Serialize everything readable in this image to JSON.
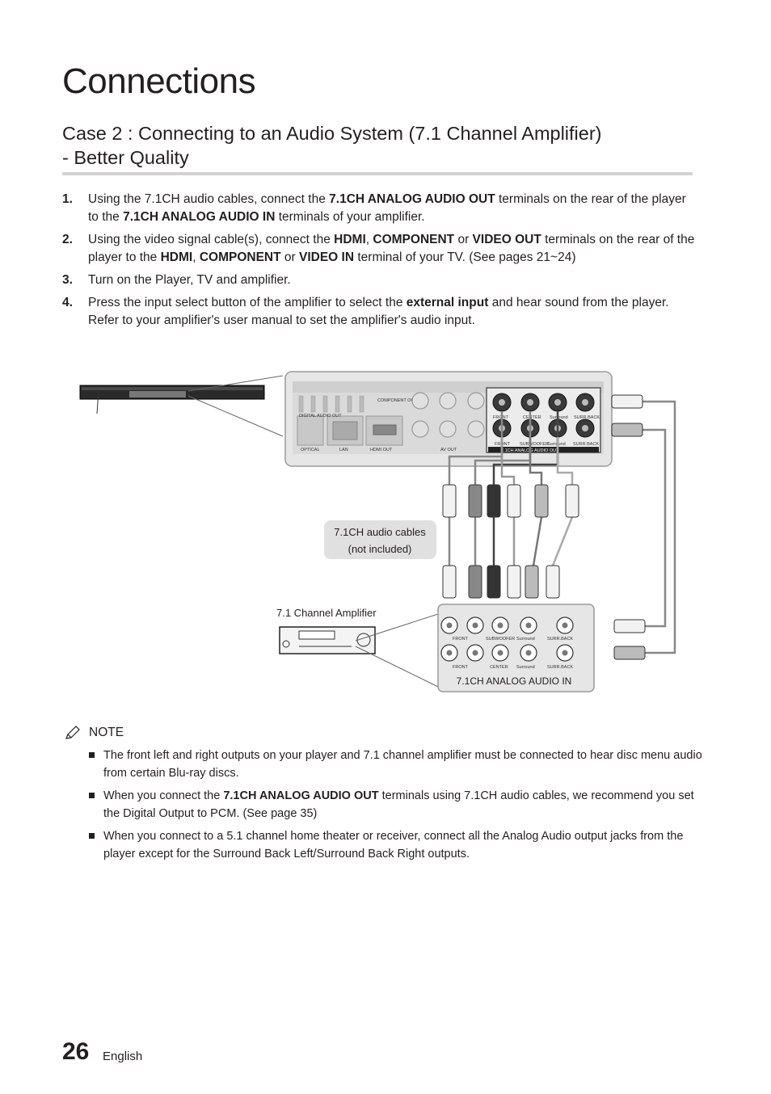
{
  "header": {
    "section_title": "Connections"
  },
  "case": {
    "title_line1": "Case 2 : Connecting to an Audio System (7.1 Channel Amplifier)",
    "title_line2": "- Better Quality"
  },
  "steps": [
    {
      "num": "1.",
      "parts": [
        "Using the 7.1CH audio cables, connect the ",
        "7.1CH ANALOG AUDIO OUT",
        " terminals on the rear of the player to the ",
        "7.1CH ANALOG AUDIO IN",
        " terminals of your amplifier."
      ]
    },
    {
      "num": "2.",
      "parts": [
        "Using the video signal cable(s), connect the ",
        "HDMI",
        ", ",
        "COMPONENT",
        " or ",
        "VIDEO OUT",
        " terminals on the rear of the player to the ",
        "HDMI",
        ", ",
        "COMPONENT",
        " or ",
        "VIDEO IN",
        " terminal of your TV. (See pages 21~24)"
      ]
    },
    {
      "num": "3.",
      "parts": [
        "Turn on the Player, TV and amplifier."
      ]
    },
    {
      "num": "4.",
      "parts": [
        "Press the input select button of the amplifier to select the ",
        "external input",
        " and hear sound from the player. Refer to your amplifier's user manual to set the amplifier's audio input."
      ]
    }
  ],
  "diagram": {
    "cable_label_line1": "7.1CH audio cables",
    "cable_label_line2": "(not included)",
    "amp_label": "7.1 Channel Amplifier",
    "amp_panel_title": "7.1CH ANALOG AUDIO IN",
    "rear_panel": {
      "digital_audio_out": "DIGITAL AUDIO OUT",
      "optical": "OPTICAL",
      "lan": "LAN",
      "hdmi_out": "HDMI OUT",
      "component_out": "COMPONENT OUT",
      "av_out": "AV OUT",
      "analog_out_title": "7.1CH ANALOG AUDIO OUT",
      "front_r": "FRONT",
      "center": "CENTER",
      "surround_r": "Surround",
      "surrback_r": "SURR.BACK",
      "front_l": "FRONT",
      "subwoofer": "SUBWOOFER",
      "surround_l": "Surround",
      "surrback_l": "SURR.BACK"
    },
    "amp_panel": {
      "front_r": "FRONT",
      "subwoofer": "SUBWOOFER",
      "surround_r": "Surround",
      "surrback_r": "SURR.BACK",
      "front_l": "FRONT",
      "center": "CENTER",
      "surround_l": "Surround",
      "surrback_l": "SURR.BACK"
    }
  },
  "note": {
    "heading": "NOTE",
    "items": [
      {
        "parts": [
          "The front left and right outputs on your player and 7.1 channel amplifier must be connected to hear disc menu audio from certain Blu-ray discs."
        ]
      },
      {
        "parts": [
          "When you connect the ",
          "7.1CH ANALOG AUDIO OUT",
          " terminals using 7.1CH audio cables, we recommend you set the Digital Output to PCM. (See page 35)"
        ]
      },
      {
        "parts": [
          "When you connect to a 5.1 channel home theater or receiver, connect all the Analog Audio output jacks from the player except for the Surround Back Left/Surround Back Right outputs."
        ]
      }
    ]
  },
  "footer": {
    "page_number": "26",
    "language": "English"
  }
}
